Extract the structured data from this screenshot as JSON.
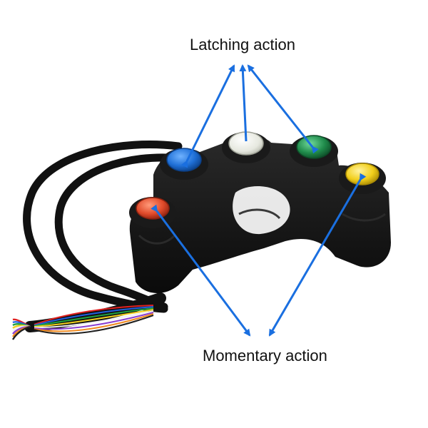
{
  "annotations": {
    "latching_label": "Latching action",
    "momentary_label": "Momentary action"
  },
  "buttons": {
    "latching": [
      {
        "color_name": "blue",
        "color": "#1f6fd6"
      },
      {
        "color_name": "white",
        "color": "#eceee6"
      },
      {
        "color_name": "green",
        "color": "#1f8a4a"
      }
    ],
    "momentary": [
      {
        "color_name": "red",
        "color": "#e04a2a"
      },
      {
        "color_name": "yellow",
        "color": "#f2cf1b"
      }
    ]
  },
  "colors": {
    "arrow": "#1a6fe0",
    "housing": "#121212",
    "background": "#ffffff"
  },
  "wire_colors": [
    "#e02020",
    "#2060e0",
    "#20a040",
    "#f0d020",
    "#f0f0f0",
    "#8a3fd0",
    "#f08a20",
    "#202020"
  ]
}
